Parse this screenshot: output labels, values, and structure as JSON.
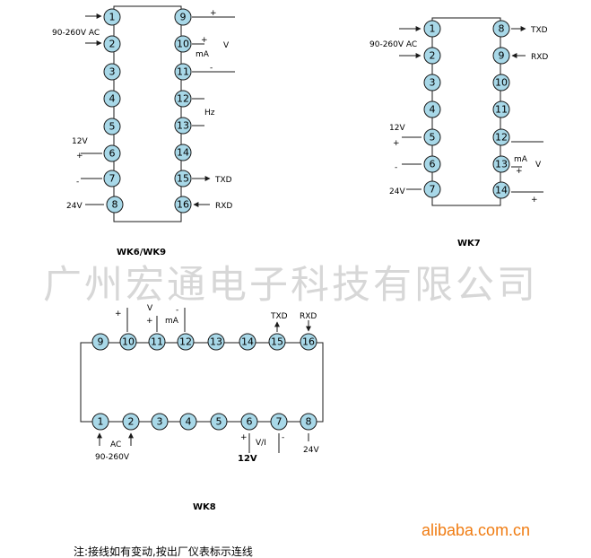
{
  "watermark": "广州宏通电子科技有限公司",
  "brand": "alibaba.com.cn",
  "note": "注:接线如有变动,按出厂仪表标示连线",
  "diagrams": {
    "wk69": {
      "title": "WK6/WK9",
      "labels": {
        "ac": "90-260V AC",
        "v12": "12V",
        "plus": "+",
        "minus": "-",
        "v24": "24V",
        "p9": "+",
        "p10": "+",
        "ma": "mA",
        "v": "V",
        "m11": "-",
        "hz": "Hz",
        "txd": "TXD",
        "rxd": "RXD"
      }
    },
    "wk7": {
      "title": "WK7",
      "labels": {
        "ac": "90-260V AC",
        "v12": "12V",
        "plus": "+",
        "minus": "-",
        "v24": "24V",
        "txd": "TXD",
        "rxd": "RXD",
        "ma": "mA",
        "plus13": "+",
        "v": "V",
        "plus14": "+"
      }
    },
    "wk8": {
      "title": "WK8",
      "labels": {
        "plus10": "+",
        "v": "V",
        "plus11": "+",
        "ma": "mA",
        "minus12": "-",
        "txd": "TXD",
        "rxd": "RXD",
        "ac": "AC",
        "ac_range": "90-260V",
        "plus6": "+",
        "vi": "V/I",
        "minus7": "-",
        "v12": "12V",
        "v24": "24V"
      }
    }
  },
  "terminals": [
    "1",
    "2",
    "3",
    "4",
    "5",
    "6",
    "7",
    "8",
    "9",
    "10",
    "11",
    "12",
    "13",
    "14",
    "15",
    "16"
  ]
}
